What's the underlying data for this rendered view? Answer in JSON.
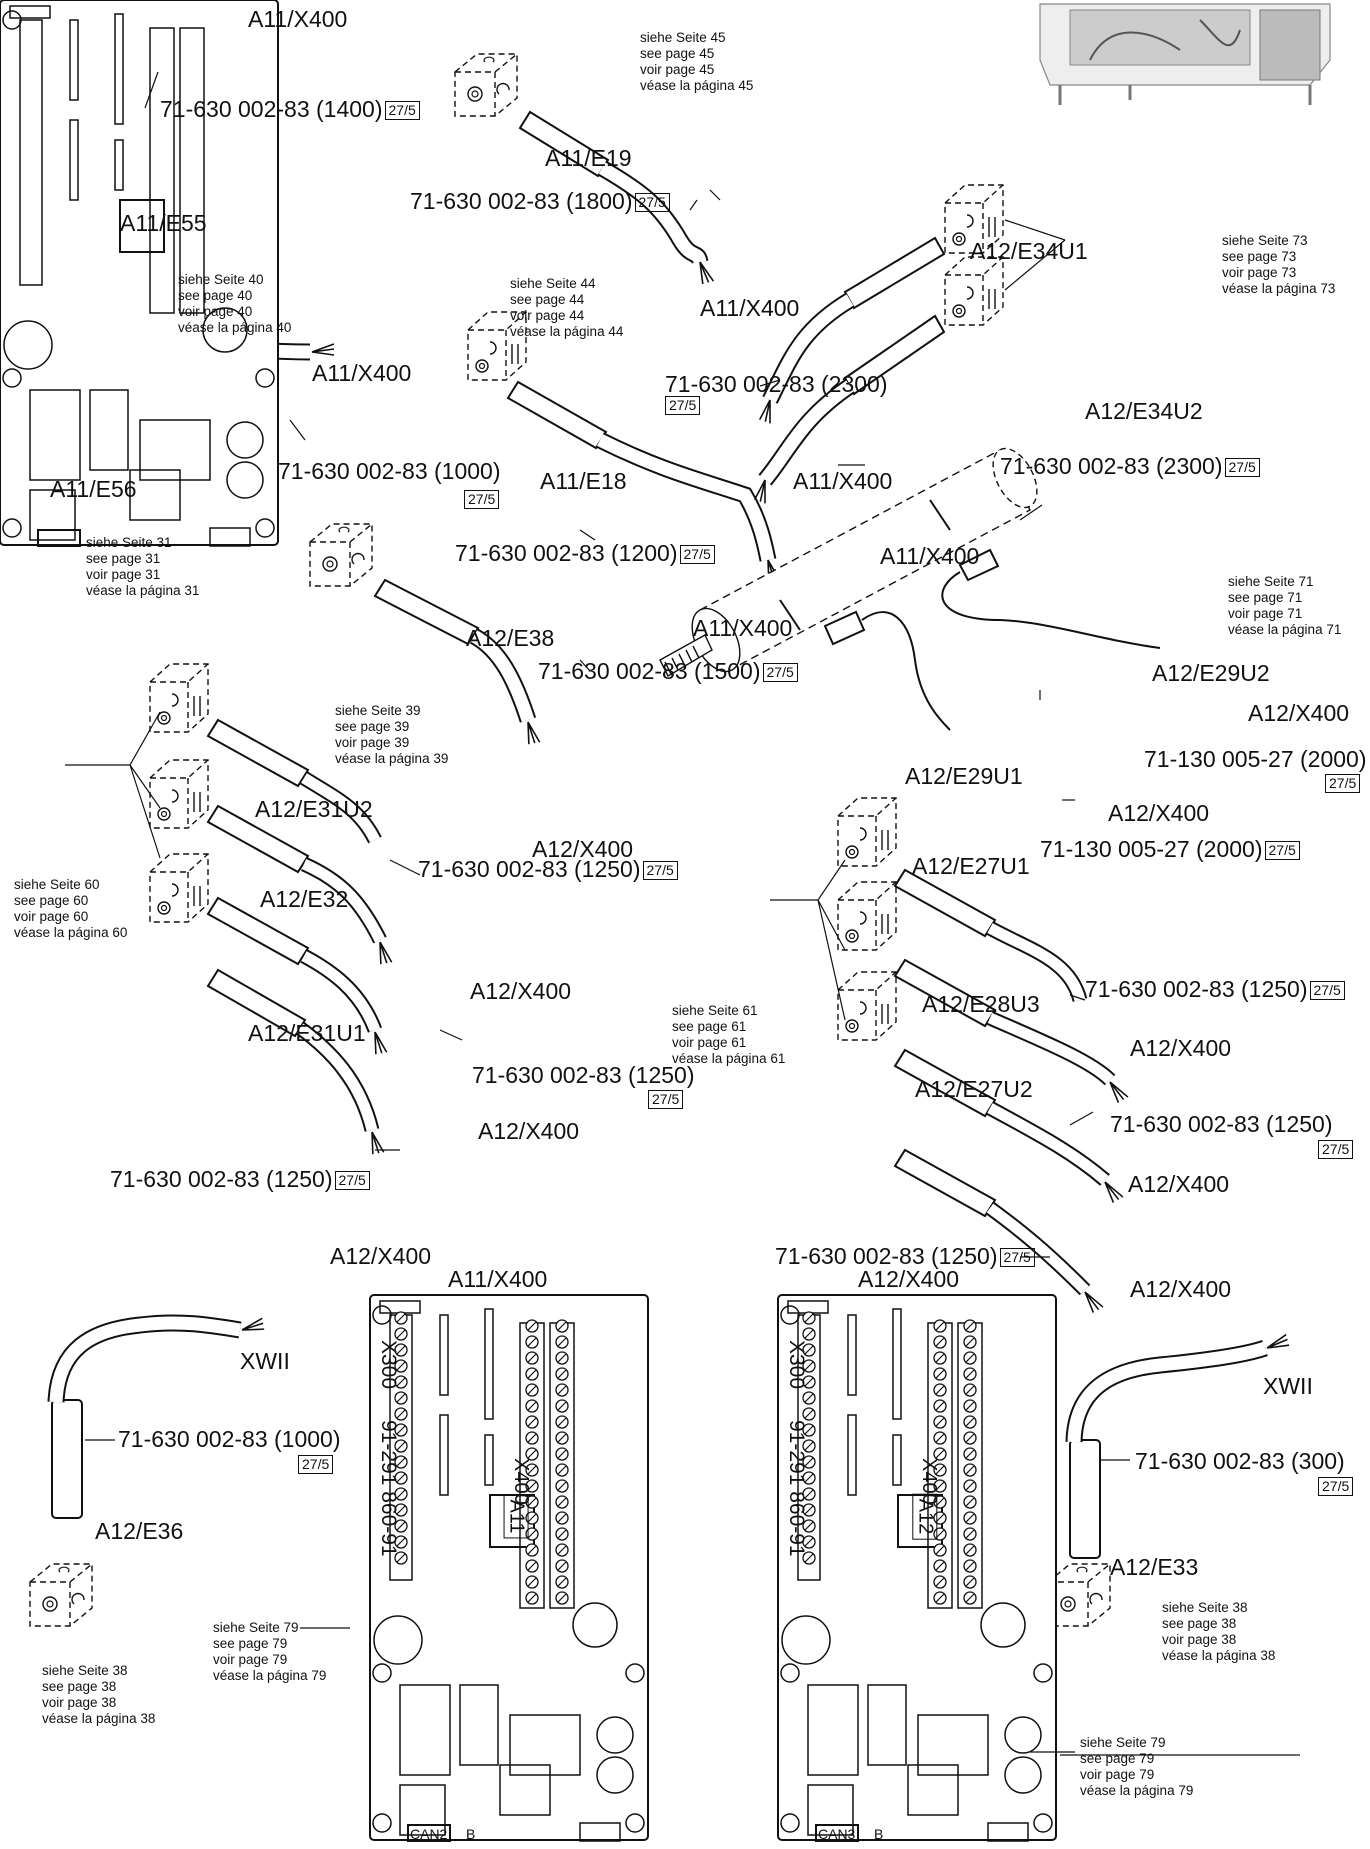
{
  "sensor_labels": {
    "s1_top": "A11/X400",
    "s1_part": "71-630 002-83 (1400)",
    "s1_bottom": "A11/E55",
    "s2_top": "A11/X400",
    "s2_left": "A11/E56",
    "s2_part": "71-630 002-83 (1000)",
    "s3_name": "A11/E19",
    "s3_part": "71-630 002-83 (1800)",
    "s3_end": "A11/X400",
    "s4_name": "A11/E18",
    "s4_part": "71-630 002-83 (1200)",
    "s4_end": "A11/X400",
    "s5_name": "A12/E34U1",
    "s5_part": "71-630 002-83 (2300)",
    "s5_end": "A11/X400",
    "s6_name": "A12/E34U2",
    "s6_part": "71-630 002-83 (2300)",
    "s6_end": "A11/X400",
    "s7_name": "A12/E38",
    "s7_part": "71-630 002-83 (1500)",
    "s7_end": "A12/X400",
    "s8_name": "A12/E29U2",
    "s8_end": "A12/X400",
    "s8_part": "71-130 005-27 (2000)",
    "s9_name": "A12/E29U1",
    "s9_end": "A12/X400",
    "s9_part": "71-130 005-27 (2000)",
    "s10_name": "A12/E31U2",
    "s10_part": "71-630 002-83 (1250)",
    "s11_name": "A12/E32",
    "s11_end": "A12/X400",
    "s11_part": "71-630 002-83 (1250)",
    "s12_name": "A12/E31U1",
    "s12_end": "A12/X400",
    "s12_part": "71-630 002-83 (1250)",
    "s12_end2": "A12/X400",
    "s13_name": "A12/E27U1",
    "s13_part": "71-630 002-83 (1250)",
    "s14_name": "A12/E28U3",
    "s14_end": "A12/X400",
    "s15_name": "A12/E27U2",
    "s15_part": "71-630 002-83 (1250)",
    "s15_end": "A12/X400",
    "s16_part": "71-630 002-83 (1250)",
    "s16_end": "A12/X400",
    "s17_top": "XWII",
    "s17_part": "71-630 002-83 (1000)",
    "s17_name": "A12/E36",
    "s18_top": "XWII",
    "s18_part": "71-630 002-83 (300)",
    "s18_name": "A12/E33",
    "box_tag": "27/5"
  },
  "refs": {
    "p40": [
      "siehe Seite 40",
      "see page 40",
      "voir page 40",
      "véase la página 40"
    ],
    "p45": [
      "siehe Seite 45",
      "see page 45",
      "voir page 45",
      "véase la página 45"
    ],
    "p44": [
      "siehe Seite 44",
      "see page 44",
      "voir page 44",
      "véase la página 44"
    ],
    "p73": [
      "siehe Seite 73",
      "see page 73",
      "voir page 73",
      "véase la página 73"
    ],
    "p31": [
      "siehe Seite 31",
      "see page 31",
      "voir page 31",
      "véase la página 31"
    ],
    "p71": [
      "siehe Seite 71",
      "see page 71",
      "voir page 71",
      "véase la página 71"
    ],
    "p39": [
      "siehe Seite 39",
      "see page 39",
      "voir page 39",
      "véase la página 39"
    ],
    "p60": [
      "siehe Seite 60",
      "see page 60",
      "voir page 60",
      "véase la página 60"
    ],
    "p61": [
      "siehe Seite 61",
      "see page 61",
      "voir page 61",
      "véase la página 61"
    ],
    "p79a": [
      "siehe Seite 79",
      "see page 79",
      "voir page 79",
      "véase la página 79"
    ],
    "p38a": [
      "siehe Seite 38",
      "see page 38",
      "voir page 38",
      "véase la página 38"
    ],
    "p38b": [
      "siehe Seite 38",
      "see page 38",
      "voir page 38",
      "véase la página 38"
    ],
    "p79b": [
      "siehe Seite 79",
      "see page 79",
      "voir page 79",
      "véase la página 79"
    ]
  },
  "boards": {
    "left": {
      "title": "A11/X400",
      "connector": "X300",
      "part": "91-291 860-91",
      "name": "A11",
      "x400": "X400",
      "can": "CAN2",
      "b": "B"
    },
    "right": {
      "title": "A12/X400",
      "connector": "X300",
      "part": "91-291 860-91",
      "name": "A12",
      "x400": "X400",
      "can": "CAN3",
      "b": "B"
    }
  }
}
